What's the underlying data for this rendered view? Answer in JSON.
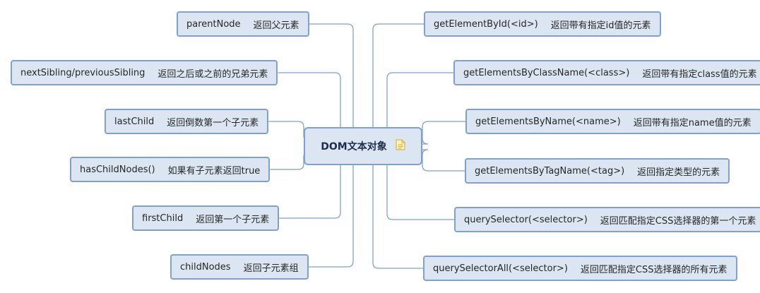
{
  "central": {
    "title": "DOM文本对象",
    "icon": "note-icon"
  },
  "left_nodes": [
    {
      "name": "parentNode",
      "desc": "返回父元素"
    },
    {
      "name": "nextSibling/previousSibling",
      "desc": "返回之后或之前的兄弟元素"
    },
    {
      "name": "lastChild",
      "desc": "返回倒数第一个子元素"
    },
    {
      "name": "hasChildNodes()",
      "desc": "如果有子元素返回true"
    },
    {
      "name": "firstChild",
      "desc": "返回第一个子元素"
    },
    {
      "name": "childNodes",
      "desc": "返回子元素组"
    }
  ],
  "right_nodes": [
    {
      "name": "getElementById(<id>)",
      "desc": "返回带有指定id值的元素"
    },
    {
      "name": "getElementsByClassName(<class>)",
      "desc": "返回带有指定class值的元素"
    },
    {
      "name": "getElementsByName(<name>)",
      "desc": "返回带有指定name值的元素"
    },
    {
      "name": "getElementsByTagName(<tag>)",
      "desc": "返回指定类型的元素"
    },
    {
      "name": "querySelector(<selector>)",
      "desc": "返回匹配指定CSS选择器的第一个元素"
    },
    {
      "name": "querySelectorAll(<selector>)",
      "desc": "返回匹配指定CSS选择器的所有元素"
    }
  ],
  "colors": {
    "node_fill": "#dce6f2",
    "node_border": "#7fa1cc",
    "connector": "#7fa1cc",
    "icon": "#f2c14e"
  }
}
